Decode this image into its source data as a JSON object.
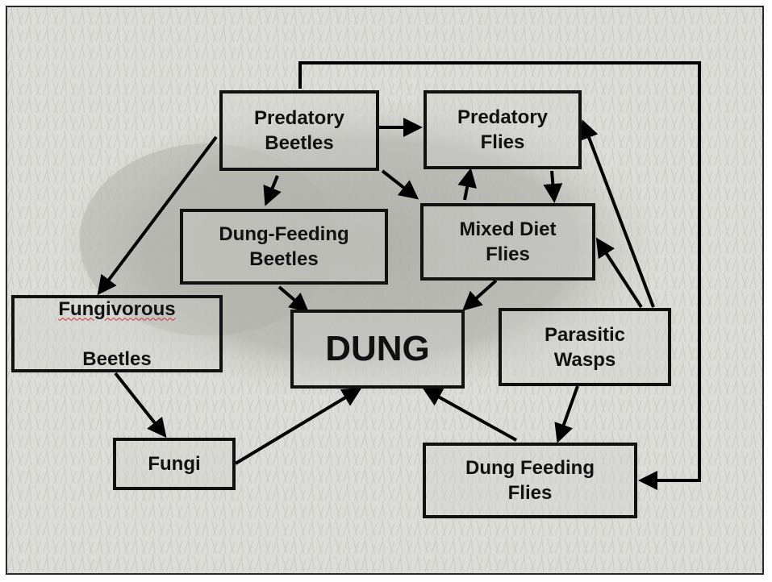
{
  "diagram": {
    "nodes": {
      "predatory_beetles": "Predatory\nBeetles",
      "predatory_flies": "Predatory\nFlies",
      "dung_feeding_beetles": "Dung-Feeding\nBeetles",
      "mixed_diet_flies": "Mixed Diet\nFlies",
      "fungivorous_beetles_line1": "Fungivorous",
      "fungivorous_beetles_line2": "Beetles",
      "dung": "DUNG",
      "parasitic_wasps": "Parasitic\nWasps",
      "fungi": "Fungi",
      "dung_feeding_flies": "Dung Feeding\nFlies"
    },
    "edges": [
      {
        "from": "Predatory Beetles",
        "to": "Predatory Flies"
      },
      {
        "from": "Predatory Beetles",
        "to": "Dung-Feeding Beetles"
      },
      {
        "from": "Predatory Beetles",
        "to": "Mixed Diet Flies"
      },
      {
        "from": "Predatory Beetles",
        "to": "Fungivorous Beetles"
      },
      {
        "from": "Predatory Beetles",
        "to": "Dung Feeding Flies"
      },
      {
        "from": "Mixed Diet Flies",
        "to": "Predatory Flies"
      },
      {
        "from": "Predatory Flies",
        "to": "Mixed Diet Flies"
      },
      {
        "from": "Dung-Feeding Beetles",
        "to": "DUNG"
      },
      {
        "from": "Mixed Diet Flies",
        "to": "DUNG"
      },
      {
        "from": "Fungivorous Beetles",
        "to": "Fungi"
      },
      {
        "from": "Fungi",
        "to": "DUNG"
      },
      {
        "from": "Dung Feeding Flies",
        "to": "DUNG"
      },
      {
        "from": "Parasitic Wasps",
        "to": "Predatory Flies"
      },
      {
        "from": "Parasitic Wasps",
        "to": "Mixed Diet Flies"
      },
      {
        "from": "Parasitic Wasps",
        "to": "Dung Feeding Flies"
      }
    ]
  },
  "colors": {
    "box_border": "#111111",
    "arrow": "#000000",
    "background_photo_tone": "#d8d8d4",
    "spellcheck_underline": "#d03030"
  }
}
